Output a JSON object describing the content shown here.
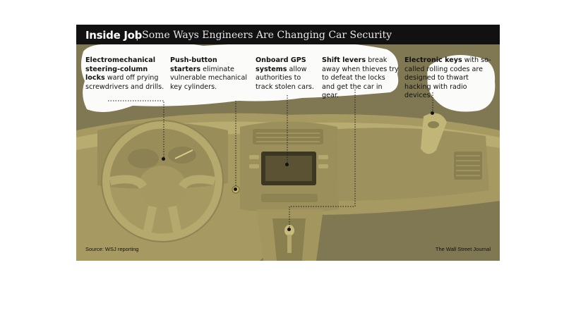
{
  "header": {
    "title": "Inside Job",
    "subtitle": "| Some Ways Engineers Are Changing Car Security"
  },
  "callouts": [
    {
      "bold": "Electromechanical steering-column locks",
      "text": " ward off prying screwdrivers and drills."
    },
    {
      "bold": "Push-button starters",
      "text": " eliminate vulnerable mechanical key cylinders."
    },
    {
      "bold": "Onboard GPS systems",
      "text": " allow authorities to track stolen cars."
    },
    {
      "bold": "Shift levers",
      "text": " break away when thieves try to defeat the locks and get the car in gear."
    },
    {
      "bold": "Electronic keys",
      "text": " with so-called rolling codes are designed to thwart hacking with radio devices."
    }
  ],
  "footer": {
    "source": "Source: WSJ reporting",
    "credit": "The Wall Street Journal"
  },
  "colors": {
    "header_bg": "#111111",
    "dashboard": "#d8c58a",
    "overlay": "#8a8258"
  }
}
